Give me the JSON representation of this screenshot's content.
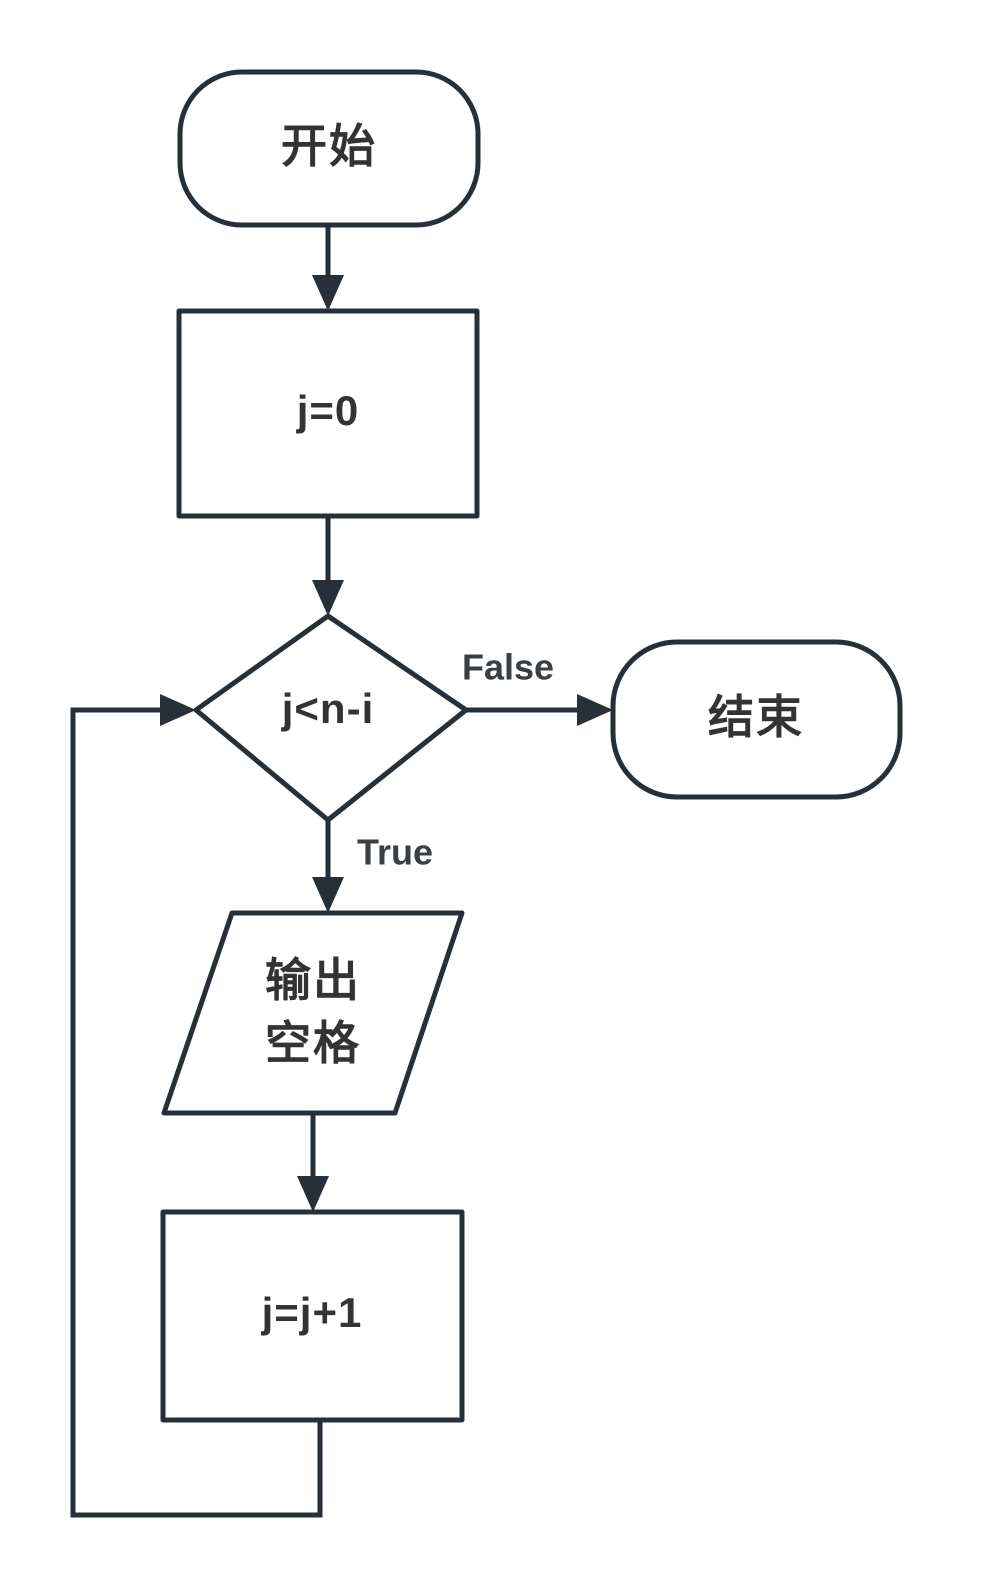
{
  "diagram": {
    "type": "flowchart",
    "title": "",
    "orientation": "top-to-bottom",
    "colors": {
      "stroke": "#272f38",
      "fill": "#ffffff",
      "text": "#333333",
      "background": "#ffffff"
    }
  },
  "nodes": {
    "start": {
      "id": "start",
      "shape": "stadium",
      "label": "开始",
      "role": "terminator-start"
    },
    "init": {
      "id": "init",
      "shape": "rectangle",
      "label": "j=0",
      "role": "process"
    },
    "condition": {
      "id": "condition",
      "shape": "diamond",
      "label": "j<n-i",
      "role": "decision"
    },
    "end": {
      "id": "end",
      "shape": "stadium",
      "label": "结束",
      "role": "terminator-end"
    },
    "output": {
      "id": "output",
      "shape": "parallelogram",
      "label_line1": "输出",
      "label_line2": "空格",
      "role": "input-output"
    },
    "increment": {
      "id": "increment",
      "shape": "rectangle",
      "label": "j=j+1",
      "role": "process"
    }
  },
  "edges": {
    "start_to_init": {
      "from": "start",
      "to": "init",
      "label": ""
    },
    "init_to_condition": {
      "from": "init",
      "to": "condition",
      "label": ""
    },
    "condition_to_end": {
      "from": "condition",
      "to": "end",
      "label": "False"
    },
    "condition_to_output": {
      "from": "condition",
      "to": "output",
      "label": "True"
    },
    "output_to_increment": {
      "from": "output",
      "to": "increment",
      "label": ""
    },
    "increment_to_condition": {
      "from": "increment",
      "to": "condition",
      "label": ""
    }
  }
}
